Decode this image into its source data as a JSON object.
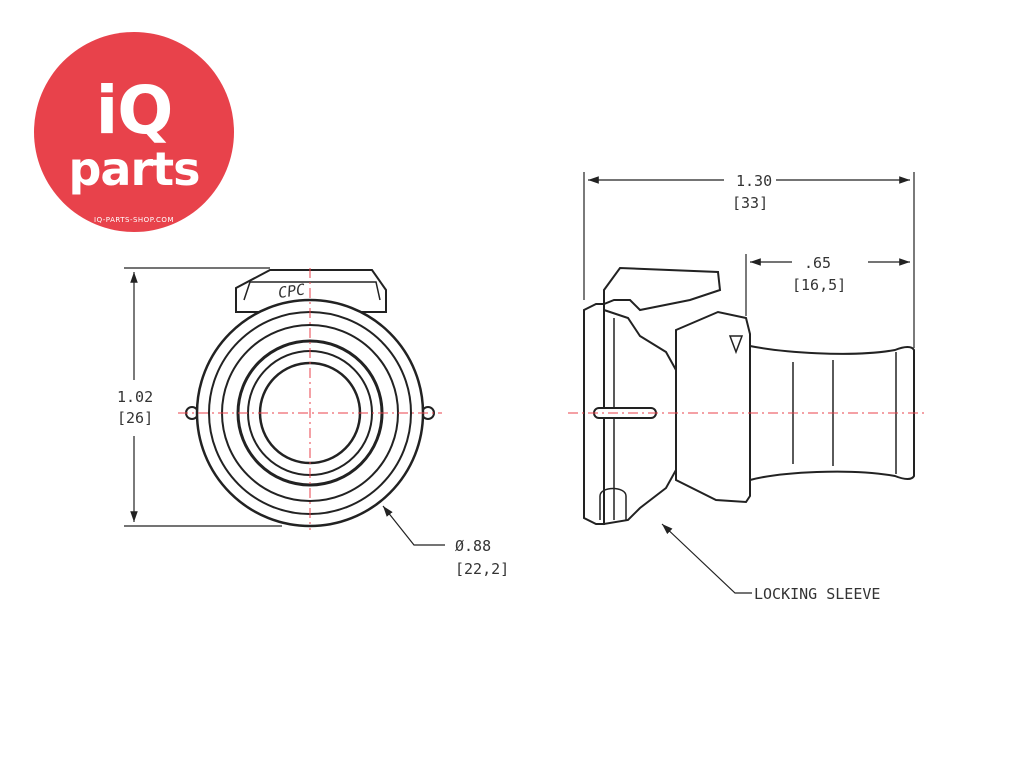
{
  "logo": {
    "line1": "iQ",
    "line2": "parts",
    "url": "IQ-PARTS-SHOP.COM",
    "color": "#e8424b"
  },
  "front_view": {
    "height_dim": [
      "1.02",
      "[26]"
    ],
    "diameter_dim": [
      "Ø.88",
      "[22,2]"
    ],
    "cap_mark": "CPC"
  },
  "side_view": {
    "length_dim": [
      "1.30",
      "[33]"
    ],
    "stem_dim": [
      ".65",
      "[16,5]"
    ],
    "callout": "LOCKING SLEEVE"
  }
}
